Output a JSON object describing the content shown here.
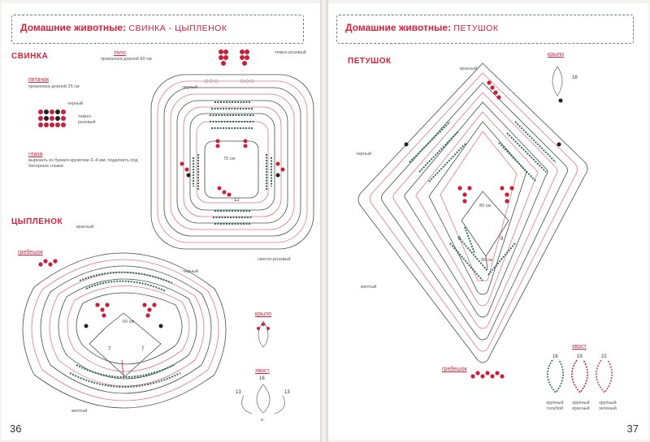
{
  "left_page": {
    "header": {
      "title": "Домашние животные:",
      "subtitle": "СВИНКА - ЦЫПЛЕНОК"
    },
    "page_number": "36",
    "pig": {
      "section": "СВИНКА",
      "body_title": "тело",
      "body_note": "проволока длиной 80 см",
      "body_color_top": "темно-розовый",
      "body_color_black": "черный",
      "body_color_light": "светло-розовый",
      "body_size_label": "75 см",
      "body_count": "12",
      "nose_title": "пятачок",
      "nose_note": "проволока длиной 25 см",
      "nose_color_black": "черный",
      "nose_color_pink": "темно-розовый",
      "eyes_title": "глаза",
      "eyes_note": "вырезать из бумаги кружочки 3–4 мм, подклеить под бисерные глазки"
    },
    "chick": {
      "section": "ЦЫПЛЕНОК",
      "comb_title": "гребешок",
      "color_red": "красный",
      "color_black": "черный",
      "color_yellow": "желтый",
      "size_label": "60 см",
      "count_a": "7",
      "count_b": "7",
      "wing_title": "крыло",
      "tail_title": "хвост",
      "tail_n1": "16",
      "tail_n2": "13",
      "tail_n3": "13"
    }
  },
  "right_page": {
    "header": {
      "title": "Домашние животные:",
      "subtitle": "ПЕТУШОК"
    },
    "page_number": "37",
    "rooster": {
      "section": "ПЕТУШОК",
      "wing_title": "крыло",
      "wing_count": "16",
      "color_red": "красный",
      "color_black": "черный",
      "color_yellow": "желтый",
      "size_label": "80 см",
      "size_label_2": "80 см",
      "count_a": "8",
      "count_b": "8",
      "comb_title": "гребешок",
      "tail_title": "хвост",
      "tail_counts": [
        "16",
        "19",
        "22"
      ],
      "tail_colors": [
        "крупный голубой",
        "крупный красный",
        "крупный зеленый"
      ]
    }
  },
  "colors": {
    "accent": "#d6213b",
    "bead_green": "#2e6b5a",
    "bead_red": "#c8203a",
    "wire_red": "#e07585",
    "wire_dark": "#4b4b4b"
  }
}
